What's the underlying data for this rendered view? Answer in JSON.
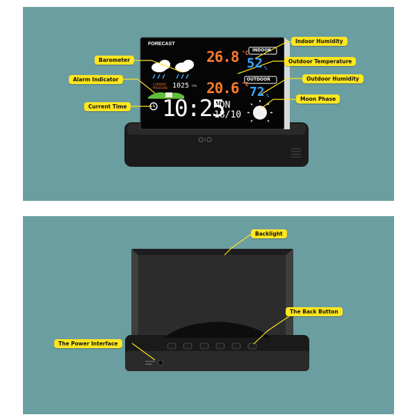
{
  "colors": {
    "background": "#6b9ea0",
    "callout": "#ffe620",
    "leader": "#ffe620",
    "temp": "#ff7a2a",
    "humidity": "#3aa6ff"
  },
  "device_display": {
    "forecast": "FORECAST",
    "indoor_label": "INDOOR",
    "outdoor_label": "OUTDOOR",
    "indoor_temp": "26.8",
    "outdoor_temp": "20.6",
    "temp_unit": "°C",
    "indoor_humidity": "52",
    "outdoor_humidity": "72",
    "humidity_unit": "%",
    "pressure_label": "CURRENT PRESSURE",
    "pressure": "1025",
    "pressure_unit": "hPa",
    "time": "10:25",
    "weekday": "MON",
    "date": "18/10"
  },
  "callouts": {
    "barometer": "Barometer",
    "alarm_indicator": "Alarm Indicator",
    "current_time": "Current Time",
    "indoor_humidity": "Indoor Humidity",
    "outdoor_temperature": "Outdoor Temperature",
    "outdoor_humidity": "Outdoor Humidity",
    "moon_phase": "Moon Phase",
    "backlight": "Backlight",
    "back_button": "The Back Button",
    "power_interface": "The Power Interface"
  }
}
